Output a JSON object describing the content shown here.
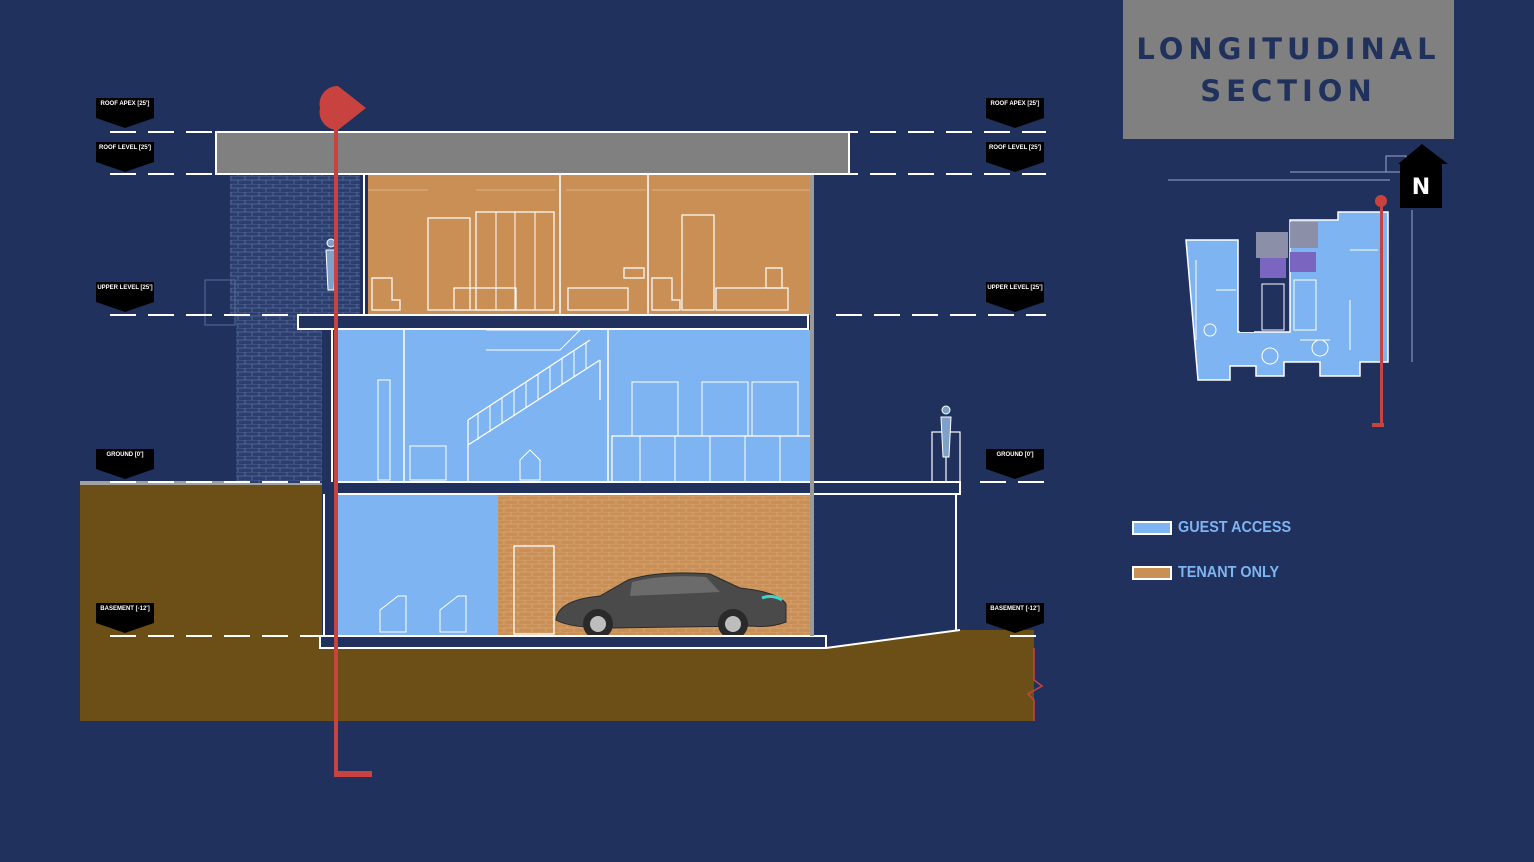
{
  "title": {
    "line1": "LONGITUDINAL",
    "line2": "SECTION"
  },
  "legend": [
    {
      "label": "GUEST ACCESS",
      "color": "#7fb4f2"
    },
    {
      "label": "TENANT ONLY",
      "color": "#c98f55"
    }
  ],
  "levels": {
    "roof_apex": "ROOF APEX [25']",
    "roof_level": "ROOF LEVEL [25']",
    "upper_level": "UPPER LEVEL [25']",
    "ground": "GROUND [0']",
    "basement": "BASEMENT [-12']"
  },
  "north": "N",
  "colors": {
    "background": "#1f315c",
    "guest": "#7fb4f2",
    "tenant": "#c98f55",
    "earth": "#6b4f17",
    "section_line": "#c8433f",
    "title_box": "#808080"
  }
}
